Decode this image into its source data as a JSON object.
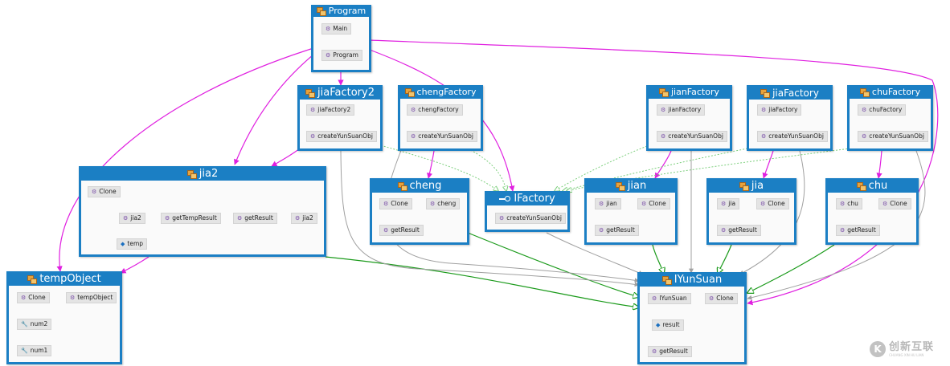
{
  "colors": {
    "node_border": "#1b7fc4",
    "call_edge": "#e020e0",
    "inherit_edge": "#1a9a1a",
    "depend_edge": "#a0a0a0",
    "field_edge": "#1aa0e0",
    "impl_edge": "#7ccf7c"
  },
  "nodes": {
    "program": {
      "title": "Program",
      "icon": "class-icon",
      "members": {
        "main": "Main",
        "ctor": "Program"
      }
    },
    "jiaFactory2": {
      "title": "jiaFactory2",
      "icon": "class-icon",
      "members": {
        "ctor": "jiaFactory2",
        "create": "createYunSuanObj"
      }
    },
    "chengFactory": {
      "title": "chengFactory",
      "icon": "class-icon",
      "members": {
        "ctor": "chengFactory",
        "create": "createYunSuanObj"
      }
    },
    "jianFactory": {
      "title": "jianFactory",
      "icon": "class-icon",
      "members": {
        "ctor": "jianFactory",
        "create": "createYunSuanObj"
      }
    },
    "jiaFactory": {
      "title": "jiaFactory",
      "icon": "class-icon",
      "members": {
        "ctor": "jiaFactory",
        "create": "createYunSuanObj"
      }
    },
    "chuFactory": {
      "title": "chuFactory",
      "icon": "class-icon",
      "members": {
        "ctor": "chuFactory",
        "create": "createYunSuanObj"
      }
    },
    "jia2": {
      "title": "jia2",
      "icon": "class-icon",
      "members": {
        "clone": "Clone",
        "ctor": "jia2",
        "getTemp": "getTempResult",
        "getResult": "getResult",
        "ctor2": "jia2",
        "temp": "temp"
      }
    },
    "cheng": {
      "title": "cheng",
      "icon": "class-icon",
      "members": {
        "clone": "Clone",
        "ctor": "cheng",
        "getResult": "getResult"
      }
    },
    "ifactory": {
      "title": "IFactory",
      "icon": "interface-icon",
      "members": {
        "create": "createYunSuanObj"
      }
    },
    "jian": {
      "title": "jian",
      "icon": "class-icon",
      "members": {
        "ctor": "jian",
        "clone": "Clone",
        "getResult": "getResult"
      }
    },
    "jia": {
      "title": "jia",
      "icon": "class-icon",
      "members": {
        "ctor": "jia",
        "clone": "Clone",
        "getResult": "getResult"
      }
    },
    "chu": {
      "title": "chu",
      "icon": "class-icon",
      "members": {
        "ctor": "chu",
        "clone": "Clone",
        "getResult": "getResult"
      }
    },
    "tempObject": {
      "title": "tempObject",
      "icon": "class-icon",
      "members": {
        "clone": "Clone",
        "ctor": "tempObject",
        "num2": "num2",
        "num1": "num1"
      }
    },
    "iyunsuan": {
      "title": "IYunSuan",
      "icon": "class-icon",
      "members": {
        "ctor": "IYunSuan",
        "clone": "Clone",
        "result": "result",
        "getResult": "getResult"
      }
    }
  },
  "watermark": {
    "mark": "K",
    "name": "创新互联",
    "sub": "CHUANG XIN HU LIAN"
  }
}
